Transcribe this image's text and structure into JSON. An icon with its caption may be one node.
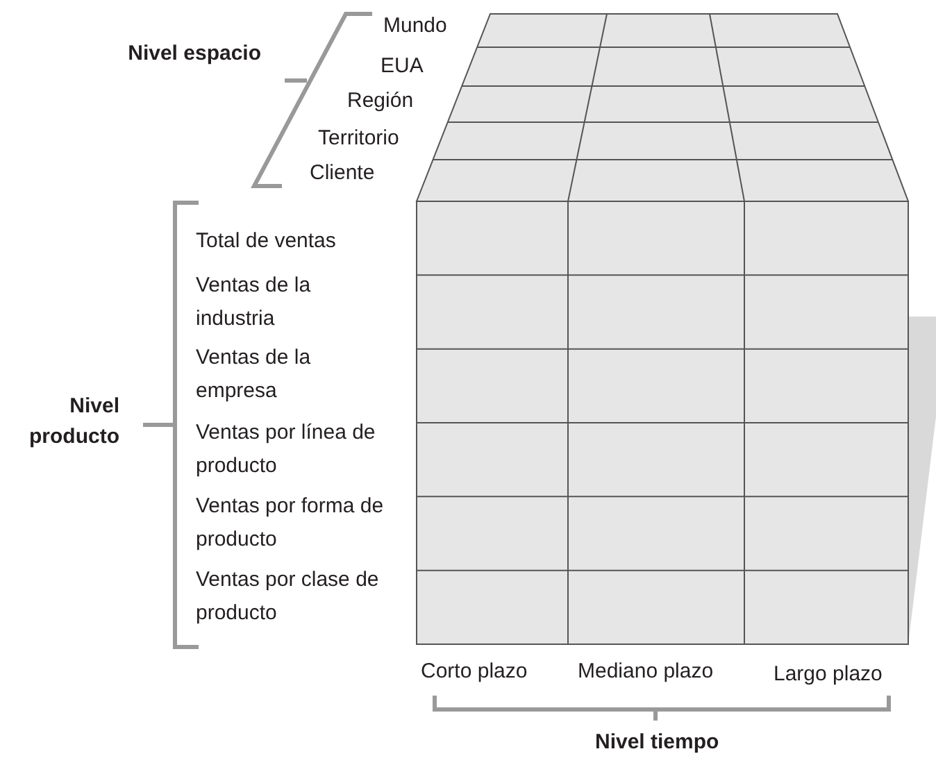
{
  "diagram": {
    "labels": [
      "Nivel espacio",
      "Mundo",
      "EUA",
      "Región",
      "Territorio",
      "Cliente",
      "Nivel producto",
      "Total de ventas",
      "Ventas de la industria",
      "Ventas de la empresa",
      "Ventas por línea de producto",
      "Ventas por forma de producto",
      "Ventas por clase de producto",
      "Corto plazo",
      "Mediano plazo",
      "Largo plazo",
      "Nivel tiempo"
    ]
  }
}
